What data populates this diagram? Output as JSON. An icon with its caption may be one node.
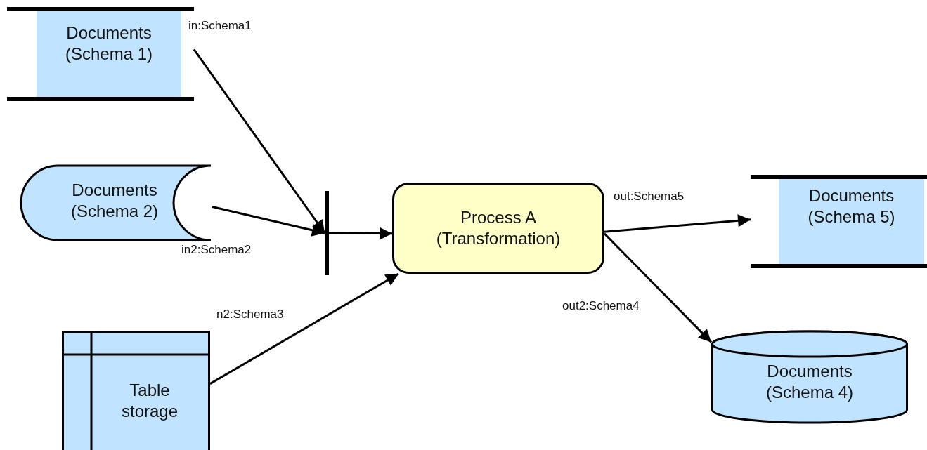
{
  "diagram": {
    "nodes": [
      {
        "text": [
          "Documents (Schema 1)"
        ]
      },
      {
        "text": [
          "Documents (Schema 2)"
        ]
      },
      {
        "text": [
          "Table storage"
        ]
      },
      {
        "text": [],
        "shape": "bar"
      },
      {
        "text": [
          "Process A (Transformation)"
        ]
      },
      {
        "text": [
          "Documents (Schema 5)"
        ]
      },
      {
        "text": [
          "Documents (Schema 4)"
        ]
      }
    ],
    "edges": [
      {
        "from": 0,
        "to": 3,
        "arrow": "to",
        "label": "in:Schema1"
      },
      {
        "from": 1,
        "to": 3,
        "arrow": "to",
        "label": "in2:Schema2"
      },
      {
        "from": 3,
        "to": 4,
        "arrow": "to"
      },
      {
        "from": 2,
        "to": 4,
        "arrow": "to",
        "label": "n2:Schema3"
      },
      {
        "from": 4,
        "to": 5,
        "arrow": "to",
        "label": "out:Schema5"
      },
      {
        "from": 4,
        "to": 6,
        "arrow": "to",
        "label": "out2:Schema4"
      }
    ]
  }
}
